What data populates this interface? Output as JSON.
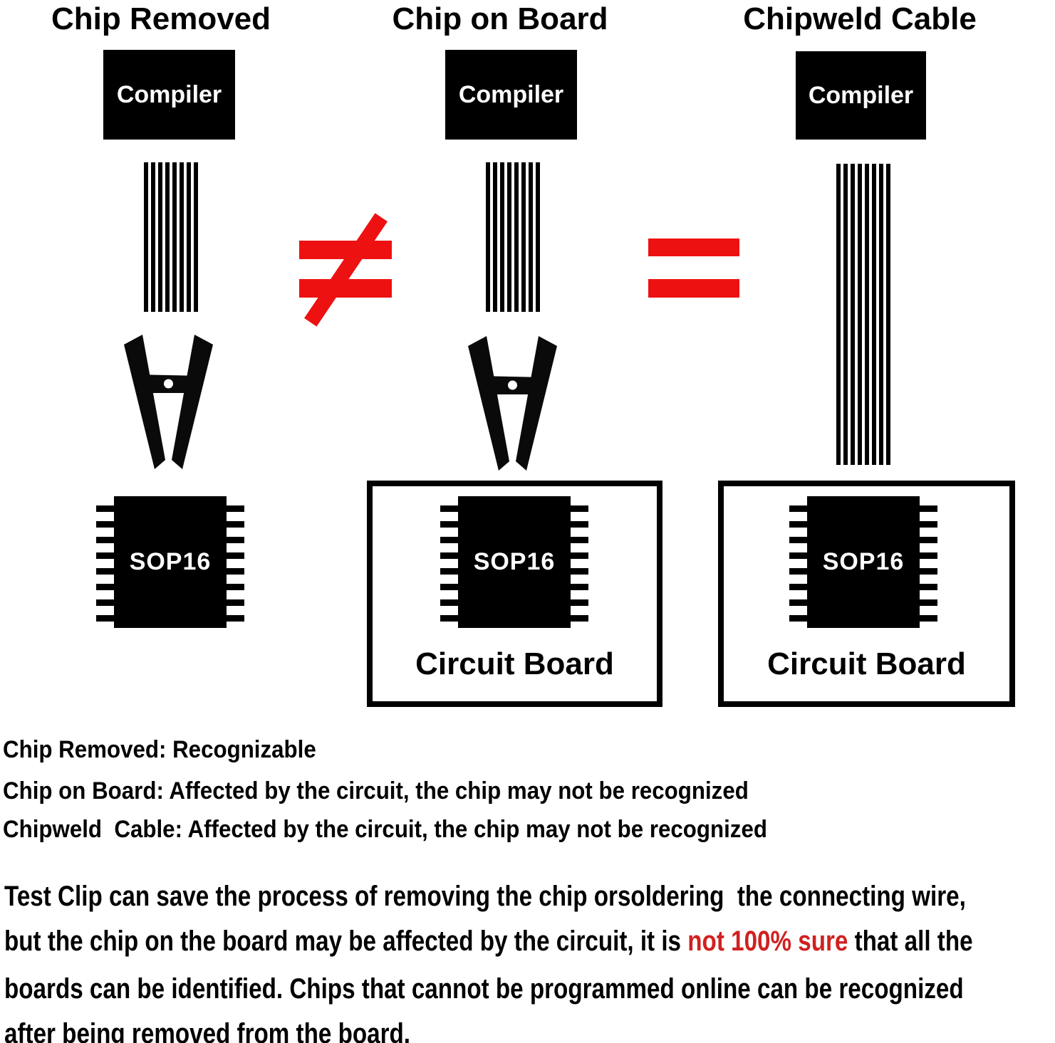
{
  "diagram": {
    "columns": [
      {
        "title": "Chip Removed",
        "device_label": "Compiler",
        "chip_label": "SOP16"
      },
      {
        "title": "Chip on Board",
        "device_label": "Compiler",
        "chip_label": "SOP16",
        "board_label": "Circuit Board"
      },
      {
        "title": "Chipweld Cable",
        "device_label": "Compiler",
        "chip_label": "SOP16",
        "board_label": "Circuit Board"
      }
    ],
    "relation_left": "≠",
    "relation_right": "="
  },
  "notes": {
    "line1": "Chip Removed: Recognizable",
    "line2": "Chip on Board: Affected by the circuit, the chip may not be recognized",
    "line3": "Chipweld  Cable: Affected by the circuit, the chip may not be recognized"
  },
  "paragraph": {
    "line1": "Test Clip can save the process of removing the chip orsoldering  the connecting wire,",
    "line2_pre": "but the chip on the board may be affected by the circuit, it is ",
    "line2_red": "not 100% sure",
    "line2_post": " that all the",
    "line3": "boards can be identified. Chips that cannot be programmed online can be recognized",
    "line4": "after being removed from the board."
  },
  "colors": {
    "ink": "#000000",
    "accent_red": "#ee1111",
    "text_red": "#d02020",
    "background": "#ffffff"
  }
}
